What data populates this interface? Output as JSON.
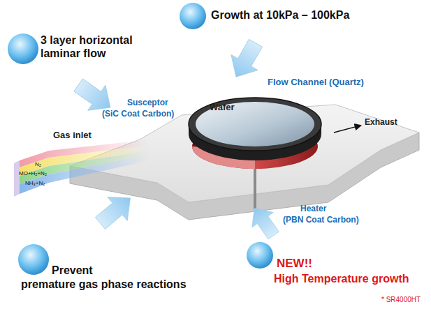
{
  "diagram": {
    "labels": [
      "Growth at 10kPa – 100kPa",
      "3 layer horizontal laminar flow",
      "Susceptor",
      "(SiC Coat Carbon)",
      "Wafer",
      "Flow Channel (Quartz)",
      "Exhaust",
      "Gas inlet",
      "N₂",
      "MO+H₂+N₂",
      "NH₃+N₂",
      "Heater",
      "(PBN Coat Carbon)",
      "Prevent",
      "premature gas phase reactions",
      "NEW!!",
      "High Temperature growth",
      "* SR4000HT"
    ]
  }
}
